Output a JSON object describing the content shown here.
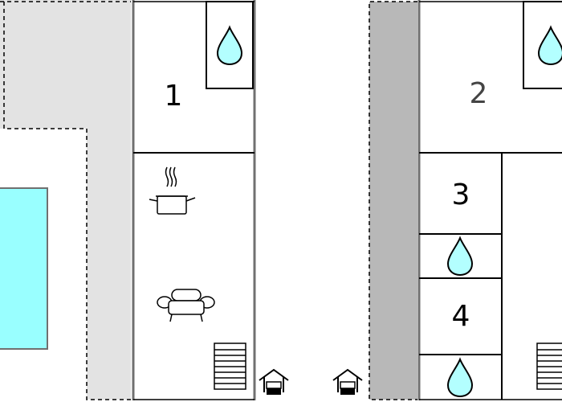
{
  "rooms": {
    "bedroom_1": {
      "number": "1"
    },
    "bedroom_2": {
      "number": "2"
    },
    "bedroom_3": {
      "number": "3"
    },
    "bedroom_4": {
      "number": "4"
    }
  },
  "icons": {
    "bathroom": "water-drop-icon",
    "kitchen": "cooking-pot-icon",
    "living": "armchair-icon",
    "stairs": "staircase-icon",
    "entrance": "house-entrance-icon"
  },
  "colors": {
    "wall": "#707070",
    "line": "#000000",
    "terrace": "#e3e3e3",
    "wall_strip": "#b8b8b8",
    "pool": "#99ffff",
    "water_drop": "#b3ffff"
  }
}
